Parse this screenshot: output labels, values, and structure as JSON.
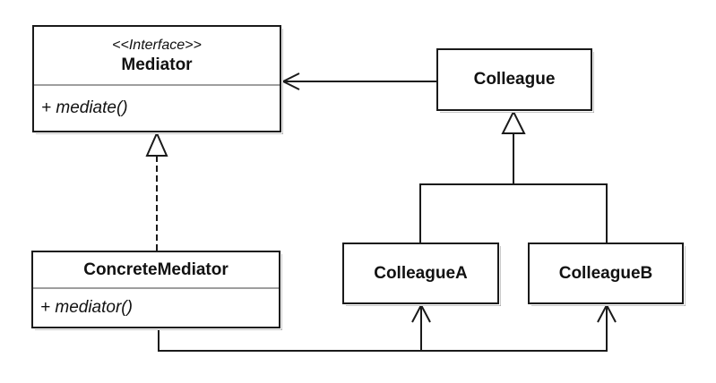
{
  "diagram_type": "UML class diagram — Mediator design pattern",
  "classes": {
    "mediator": {
      "stereotype": "<<Interface>>",
      "name": "Mediator",
      "methods": [
        "+ mediate()"
      ]
    },
    "colleague": {
      "name": "Colleague"
    },
    "concrete_mediator": {
      "name": "ConcreteMediator",
      "methods": [
        "+ mediator()"
      ]
    },
    "colleague_a": {
      "name": "ColleagueA"
    },
    "colleague_b": {
      "name": "ColleagueB"
    }
  },
  "relationships": [
    {
      "type": "association",
      "from": "Colleague",
      "to": "Mediator",
      "arrowhead": "open",
      "line": "solid"
    },
    {
      "type": "realization",
      "from": "ConcreteMediator",
      "to": "Mediator",
      "arrowhead": "hollow-triangle",
      "line": "dashed"
    },
    {
      "type": "generalization",
      "from": "ColleagueA",
      "to": "Colleague",
      "arrowhead": "hollow-triangle",
      "line": "solid"
    },
    {
      "type": "generalization",
      "from": "ColleagueB",
      "to": "Colleague",
      "arrowhead": "hollow-triangle",
      "line": "solid"
    },
    {
      "type": "association",
      "from": "ConcreteMediator",
      "to": "ColleagueA",
      "arrowhead": "open",
      "line": "solid"
    },
    {
      "type": "association",
      "from": "ConcreteMediator",
      "to": "ColleagueB",
      "arrowhead": "open",
      "line": "solid"
    }
  ],
  "colors": {
    "background": "#ffffff",
    "box_fill": "#ffffff",
    "border": "#1a1a1a",
    "line": "#1a1a1a",
    "separator": "#9e9e9e",
    "shadow": "#8f8f8f",
    "text": "#111111"
  }
}
